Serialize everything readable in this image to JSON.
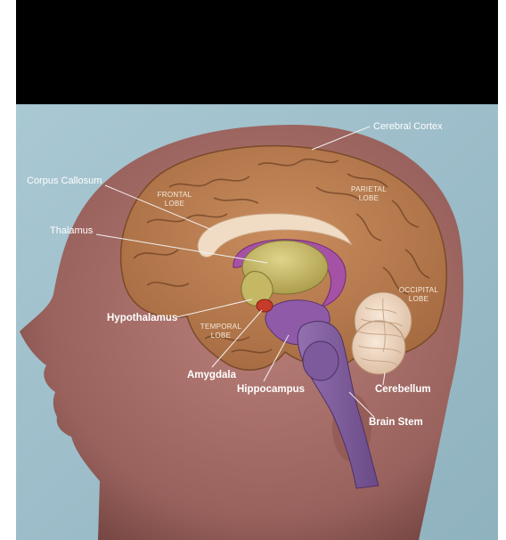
{
  "labels": {
    "cerebral_cortex": "Cerebral Cortex",
    "corpus_callosum": "Corpus Callosum",
    "thalamus": "Thalamus",
    "hypothalamus": "Hypothalamus",
    "amygdala": "Amygdala",
    "hippocampus": "Hippocampus",
    "cerebellum": "Cerebellum",
    "brain_stem": "Brain Stem"
  },
  "lobes": {
    "frontal": [
      "FRONTAL",
      "LOBE"
    ],
    "parietal": [
      "PARIETAL",
      "LOBE"
    ],
    "temporal": [
      "TEMPORAL",
      "LOBE"
    ],
    "occipital": [
      "OCCIPITAL",
      "LOBE"
    ]
  },
  "colors": {
    "background": "#9fbfcb",
    "head": "#a8706a",
    "cortex": "#b77c50",
    "corpus_callosum": "#f0dcc4",
    "thalamus": "#c9bd6b",
    "limbic": "#9b4f9e",
    "brainstem": "#7f5a99",
    "amygdala": "#c63b2a",
    "cerebellum": "#efd8c4"
  }
}
